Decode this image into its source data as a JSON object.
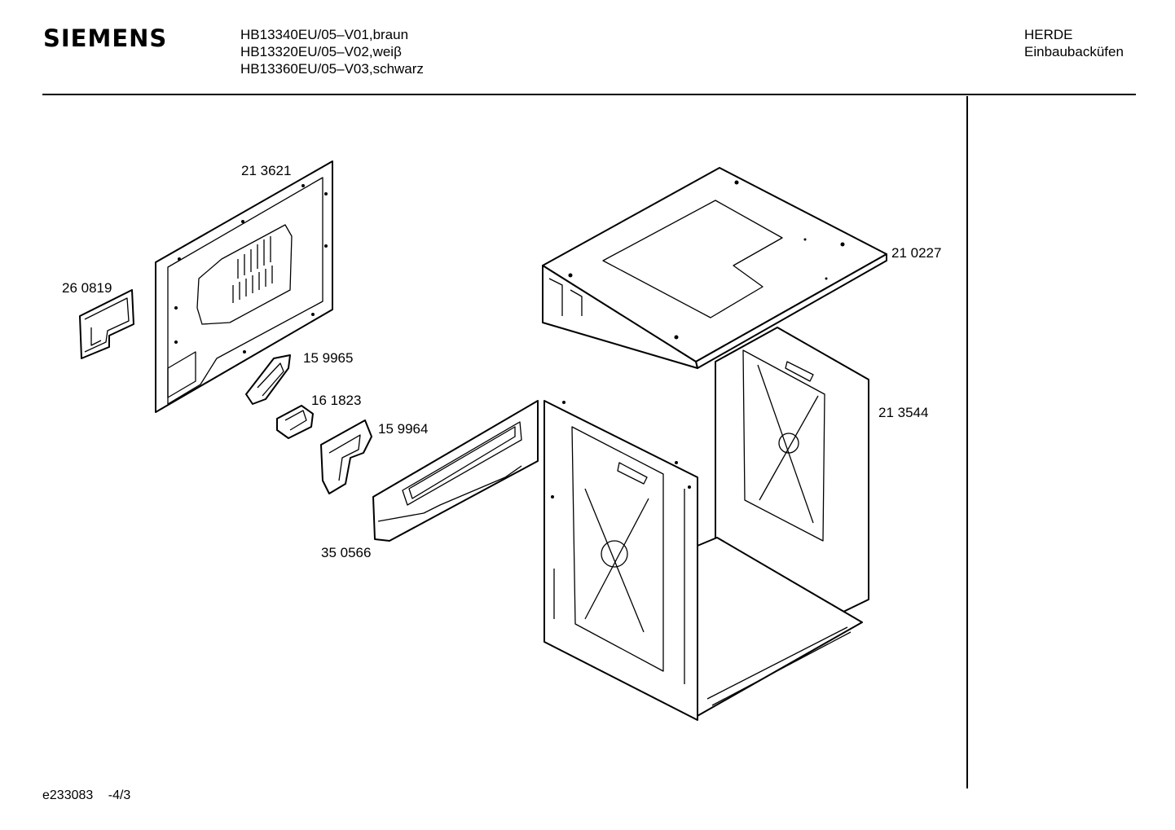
{
  "header": {
    "brand": "SIEMENS",
    "models": [
      "HB13340EU/05–V01,braun",
      "HB13320EU/05–V02,weiβ",
      "HB13360EU/05–V03,schwarz"
    ],
    "category": [
      "HERDE",
      "Einbaubacküfen"
    ]
  },
  "parts": {
    "p213621": "21 3621",
    "p260819": "26 0819",
    "p159965": "15 9965",
    "p161823": "16 1823",
    "p159964": "15 9964",
    "p350566": "35 0566",
    "p210227": "21 0227",
    "p213544": "21 3544"
  },
  "footer": {
    "code": "e233083",
    "page": "-4/3"
  }
}
